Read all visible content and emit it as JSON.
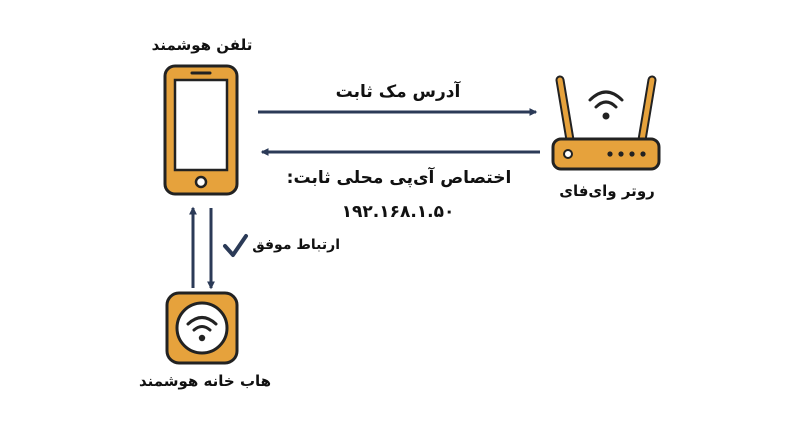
{
  "colors": {
    "device_fill": "#E6A23C",
    "outline": "#222222",
    "arrow": "#2B3A57",
    "screen": "#FFFFFF",
    "check": "#2B3A57"
  },
  "nodes": {
    "phone": {
      "label": "تلفن هوشمند",
      "icon": "smartphone-icon"
    },
    "router": {
      "label": "روتر وای‌فای",
      "icon": "wifi-router-icon"
    },
    "hub": {
      "label": "هاب خانه هوشمند",
      "icon": "wifi-hub-icon"
    }
  },
  "edges": {
    "mac": {
      "label": "آدرس مک ثابت"
    },
    "assign": {
      "label": "اختصاص آی‌پی محلی ثابت:",
      "value": "۱۹۲.۱۶۸.۱.۵۰"
    },
    "connection": {
      "label": "ارتباط موفق",
      "icon": "checkmark-icon"
    }
  }
}
